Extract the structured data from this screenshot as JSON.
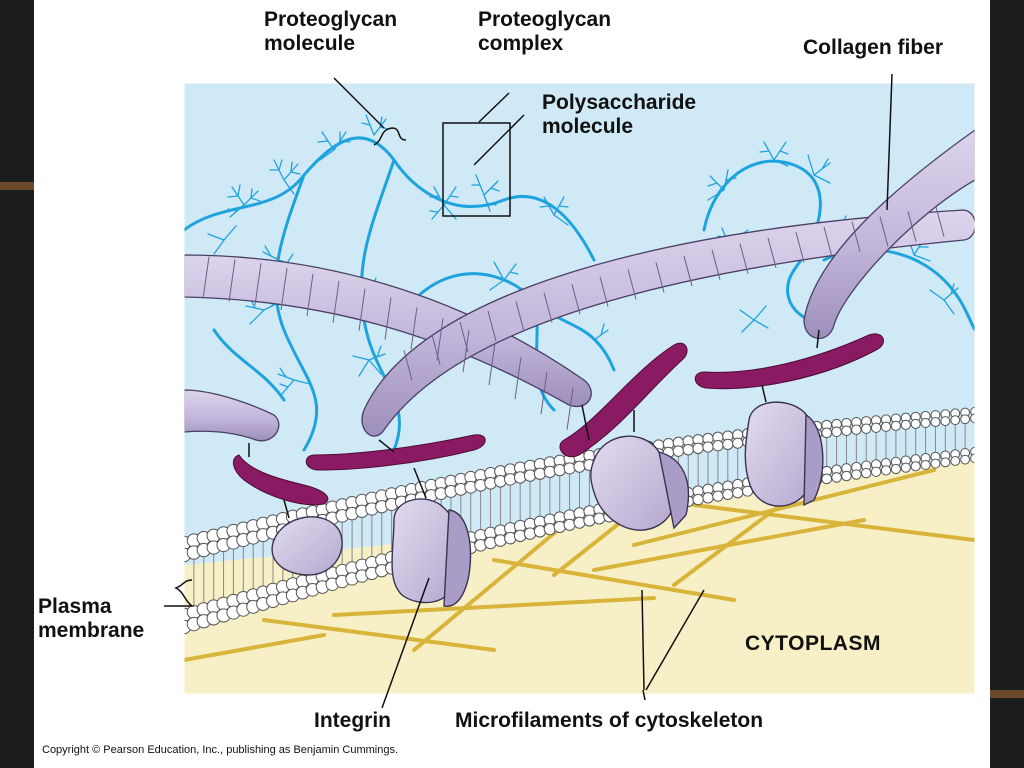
{
  "labels": {
    "proteoglycan_molecule": [
      "Proteoglycan",
      "molecule"
    ],
    "proteoglycan_complex": [
      "Proteoglycan",
      "complex"
    ],
    "collagen_fiber": "Collagen fiber",
    "polysaccharide_molecule": [
      "Polysaccharide",
      "molecule"
    ],
    "plasma_membrane": [
      "Plasma",
      "membrane"
    ],
    "cytoplasm": "CYTOPLASM",
    "integrin": "Integrin",
    "microfilaments": "Microfilaments of cytoskeleton"
  },
  "copyright": "Copyright © Pearson Education, Inc., publishing as Benjamin Cummings.",
  "colors": {
    "ecm_background": "#cfe9f7",
    "proteoglycan_strand": "#1fa3dd",
    "collagen": "#c2b6da",
    "fibronectin": "#8a1a63",
    "integrin": "#c9c0df",
    "cytoplasm": "#f7efc6",
    "microfilament": "#d8b53a",
    "membrane_head": "#ffffff"
  }
}
